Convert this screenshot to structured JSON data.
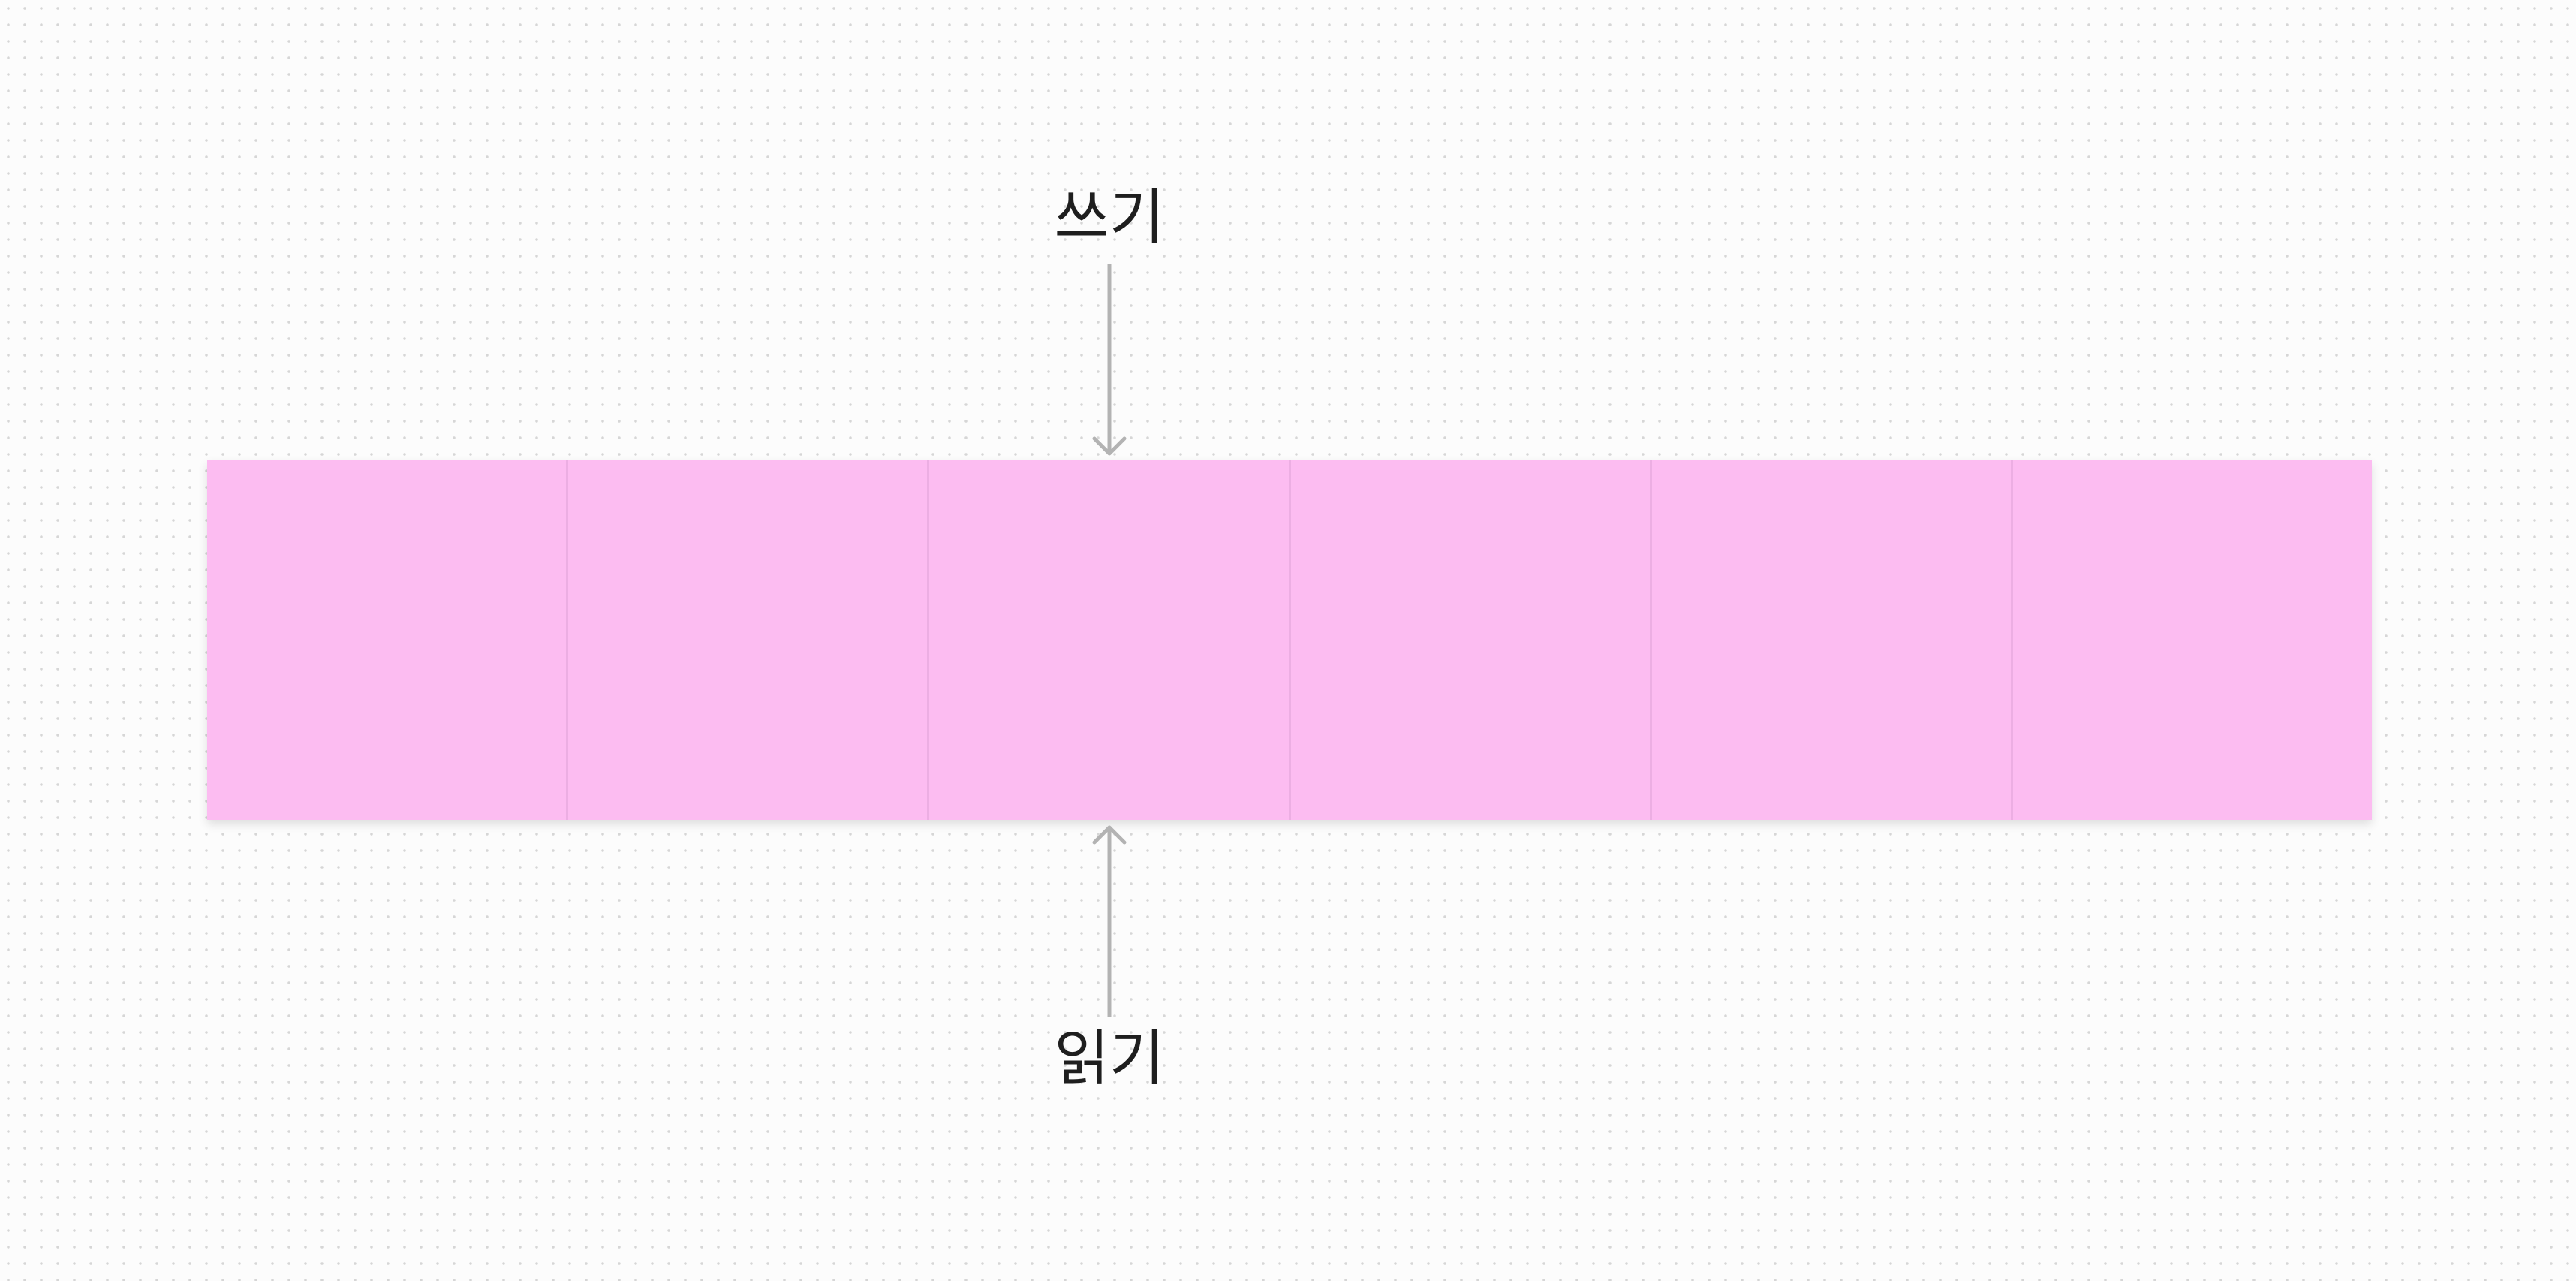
{
  "labels": {
    "write": "쓰기",
    "read": "읽기"
  },
  "arrows": {
    "write": {
      "direction": "down",
      "icon": "arrow-down-icon",
      "color": "#b3b3b3"
    },
    "read": {
      "direction": "up",
      "icon": "arrow-up-icon",
      "color": "#b3b3b3"
    }
  },
  "buffer": {
    "cell_count": 6,
    "cell_color": "#fcbcf1",
    "divider_color": "#ecaee3"
  },
  "canvas": {
    "background": "#fcfcfc",
    "dot_color": "#d6d6d6"
  }
}
